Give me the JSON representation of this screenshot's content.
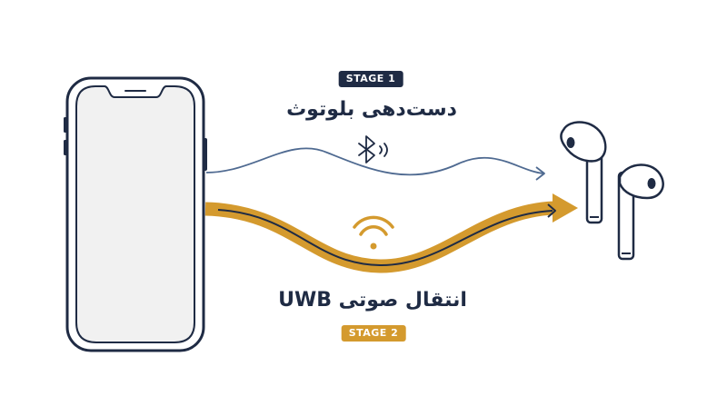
{
  "stage1": {
    "badge": "STAGE 1",
    "title": "دست‌دهی بلوتوث",
    "icon": "bluetooth-icon"
  },
  "stage2": {
    "badge": "STAGE 2",
    "title": "انتقال صوتی UWB",
    "icon": "wifi-signal-icon"
  },
  "colors": {
    "navy": "#1f2b44",
    "gold": "#d49a2e",
    "wave_blue": "#4f6a91",
    "device_fill": "#f1f1f1"
  },
  "icons": {
    "phone": "smartphone-icon",
    "earbuds": "earbuds-icon"
  }
}
